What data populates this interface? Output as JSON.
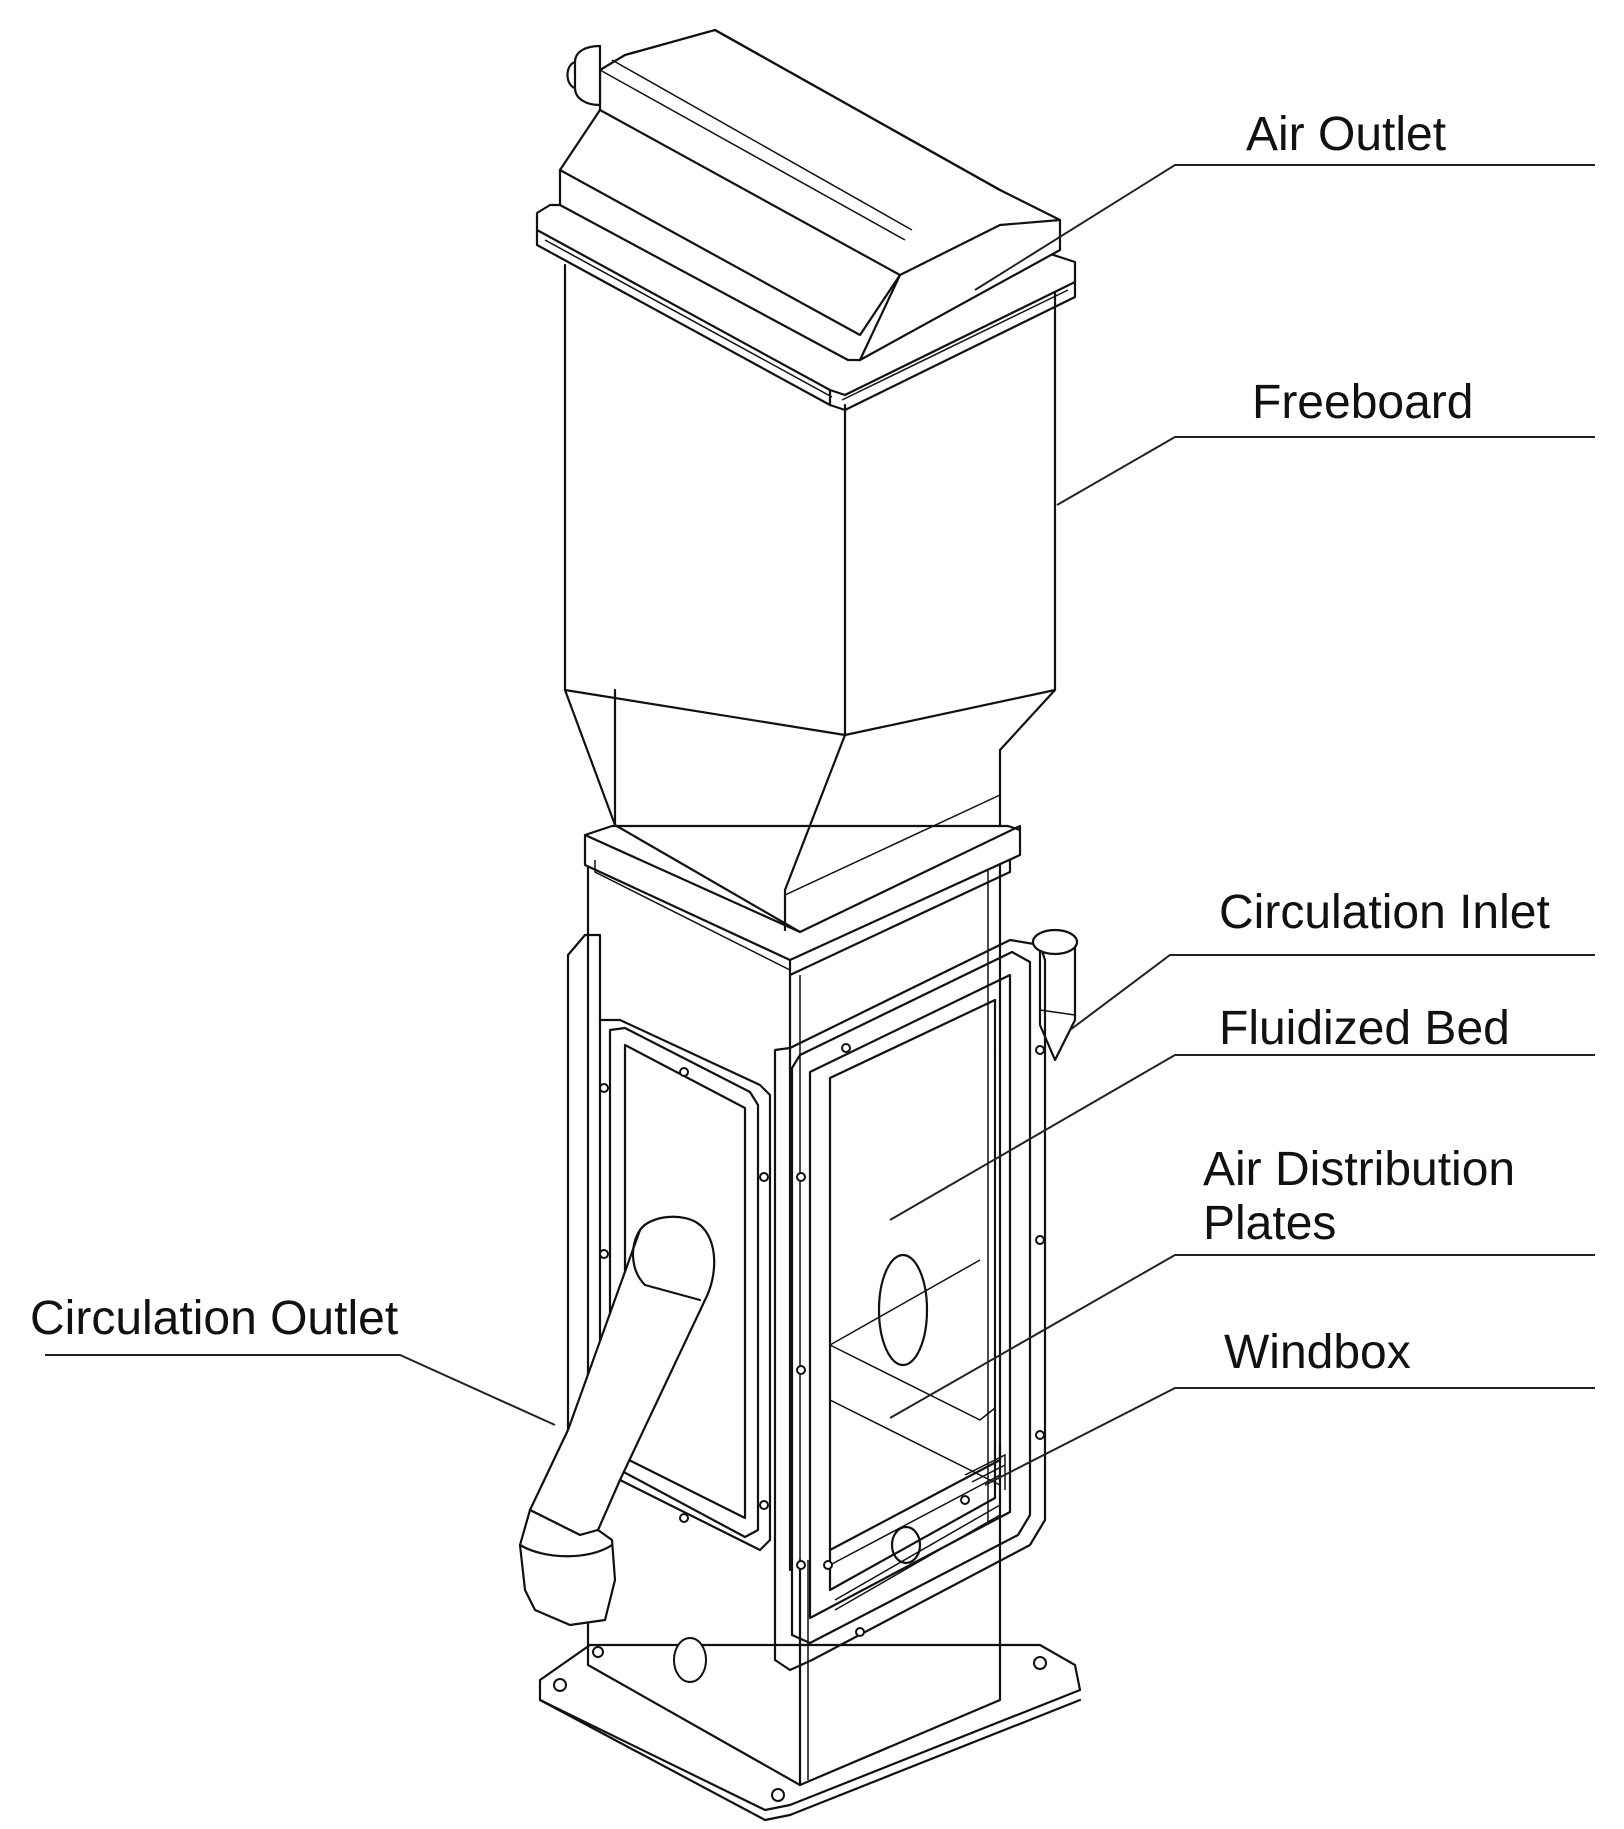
{
  "labels": {
    "air_outlet": "Air Outlet",
    "freeboard": "Freeboard",
    "circulation_inlet": "Circulation Inlet",
    "fluidized_bed": "Fluidized Bed",
    "air_distribution_line1": "Air Distribution",
    "air_distribution_line2": "Plates",
    "windbox": "Windbox",
    "circulation_outlet": "Circulation Outlet"
  },
  "colors": {
    "line": "#111111",
    "background": "#ffffff"
  }
}
